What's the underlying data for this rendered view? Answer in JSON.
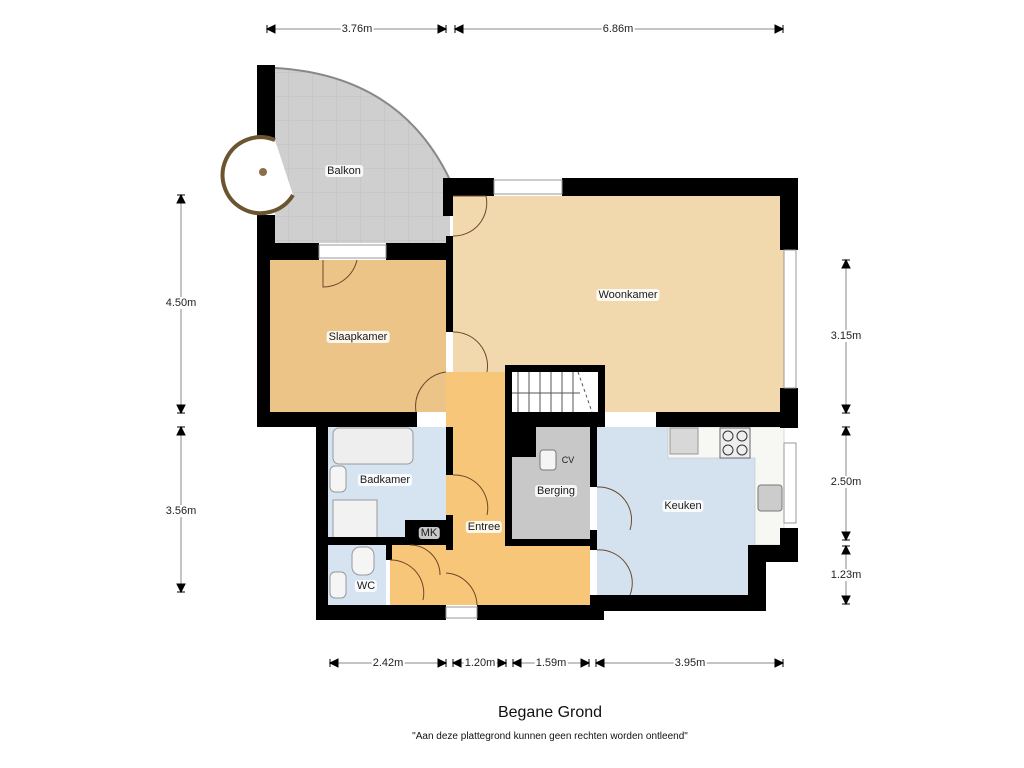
{
  "floor": {
    "title": "Begane Grond",
    "disclaimer": "\"Aan deze plattegrond kunnen geen rechten worden ontleend\""
  },
  "rooms": [
    {
      "id": "balkon",
      "label": "Balkon",
      "color": "#cfcfcf"
    },
    {
      "id": "woonkamer",
      "label": "Woonkamer",
      "color": "#f2d9ad"
    },
    {
      "id": "slaapkamer",
      "label": "Slaapkamer",
      "color": "#edc487"
    },
    {
      "id": "badkamer",
      "label": "Badkamer",
      "color": "#d6e3f0"
    },
    {
      "id": "entree",
      "label": "Entree",
      "color": "#f8c678"
    },
    {
      "id": "berging",
      "label": "Berging",
      "color": "#c8c8c8"
    },
    {
      "id": "keuken",
      "label": "Keuken",
      "color": "#d4e2f0"
    },
    {
      "id": "wc",
      "label": "WC",
      "color": "#d6e3f0"
    },
    {
      "id": "mk",
      "label": "MK",
      "color": "#c8c8c8"
    },
    {
      "id": "cv",
      "label": "CV",
      "color": "#c8c8c8"
    }
  ],
  "dimensions": {
    "top": [
      "3.76m",
      "6.86m"
    ],
    "left": [
      "4.50m",
      "3.56m"
    ],
    "right": [
      "3.15m",
      "2.50m",
      "1.23m"
    ],
    "bottom": [
      "2.42m",
      "1.20m",
      "1.59m",
      "3.95m"
    ]
  },
  "colors": {
    "wall": "#000000",
    "dimension_line": "#888888"
  }
}
